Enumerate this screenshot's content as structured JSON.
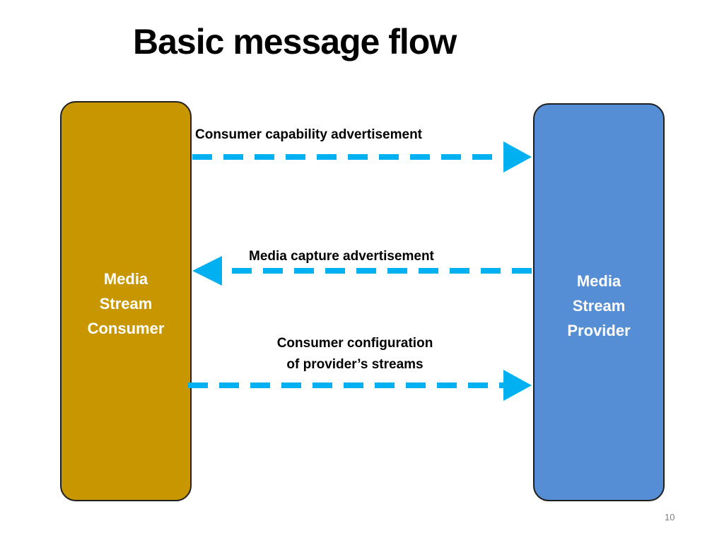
{
  "title": "Basic message flow",
  "consumer": {
    "lines": [
      "Media",
      "Stream",
      "Consumer"
    ],
    "color": "#c89700"
  },
  "provider": {
    "lines": [
      "Media",
      "Stream",
      "Provider"
    ],
    "color": "#558ed5"
  },
  "arrow_color": "#00b0f0",
  "messages": [
    {
      "lines": [
        "Consumer capability advertisement"
      ],
      "direction": "consumer-to-provider"
    },
    {
      "lines": [
        "Media capture advertisement"
      ],
      "direction": "provider-to-consumer"
    },
    {
      "lines": [
        "Consumer configuration",
        "of provider’s streams"
      ],
      "direction": "consumer-to-provider"
    }
  ],
  "page_number": "10"
}
